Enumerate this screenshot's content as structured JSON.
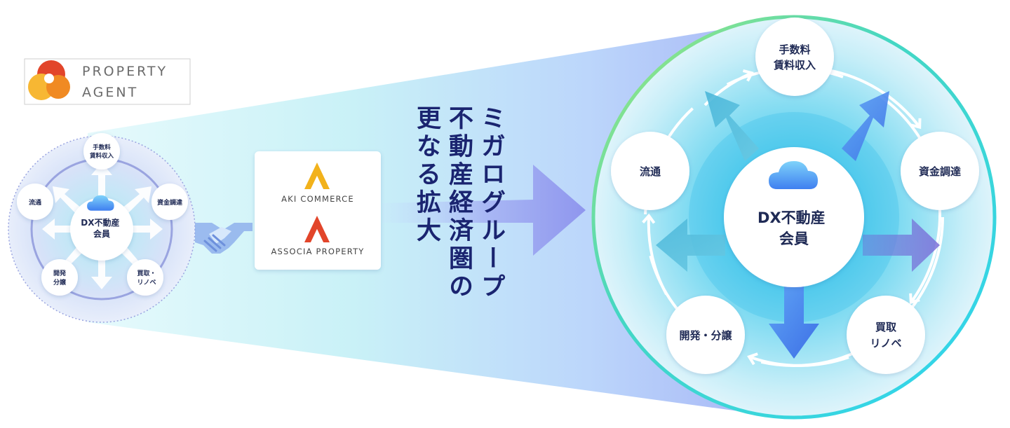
{
  "logo": {
    "line1": "PROPERTY",
    "line2": "AGENT"
  },
  "small_cycle": {
    "center": [
      "DX不動産",
      "会員"
    ],
    "nodes": {
      "fees": [
        "手数料",
        "賃料収入"
      ],
      "funding": [
        "資金調達"
      ],
      "renovation": [
        "買取・",
        "リノベ"
      ],
      "development": [
        "開発",
        "分譲"
      ],
      "distribution": [
        "流通"
      ]
    }
  },
  "partners": {
    "aki": "AKI COMMERCE",
    "associa": "ASSOCIA PROPERTY"
  },
  "headline": {
    "line1": "ミガログループ",
    "line2": "不動産経済圏の",
    "line3": "更なる拡大"
  },
  "large_cycle": {
    "center": [
      "DX不動産",
      "会員"
    ],
    "nodes": {
      "fees": [
        "手数料",
        "賃料収入"
      ],
      "funding": [
        "資金調達"
      ],
      "renovation": [
        "買取",
        "リノベ"
      ],
      "development": [
        "開発・分譲"
      ],
      "distribution": [
        "流通"
      ]
    }
  },
  "colors": {
    "navy": "#1a2470",
    "cloud": "#4c8ff0",
    "logo_orange": "#f08a23",
    "logo_red": "#e2452a"
  }
}
